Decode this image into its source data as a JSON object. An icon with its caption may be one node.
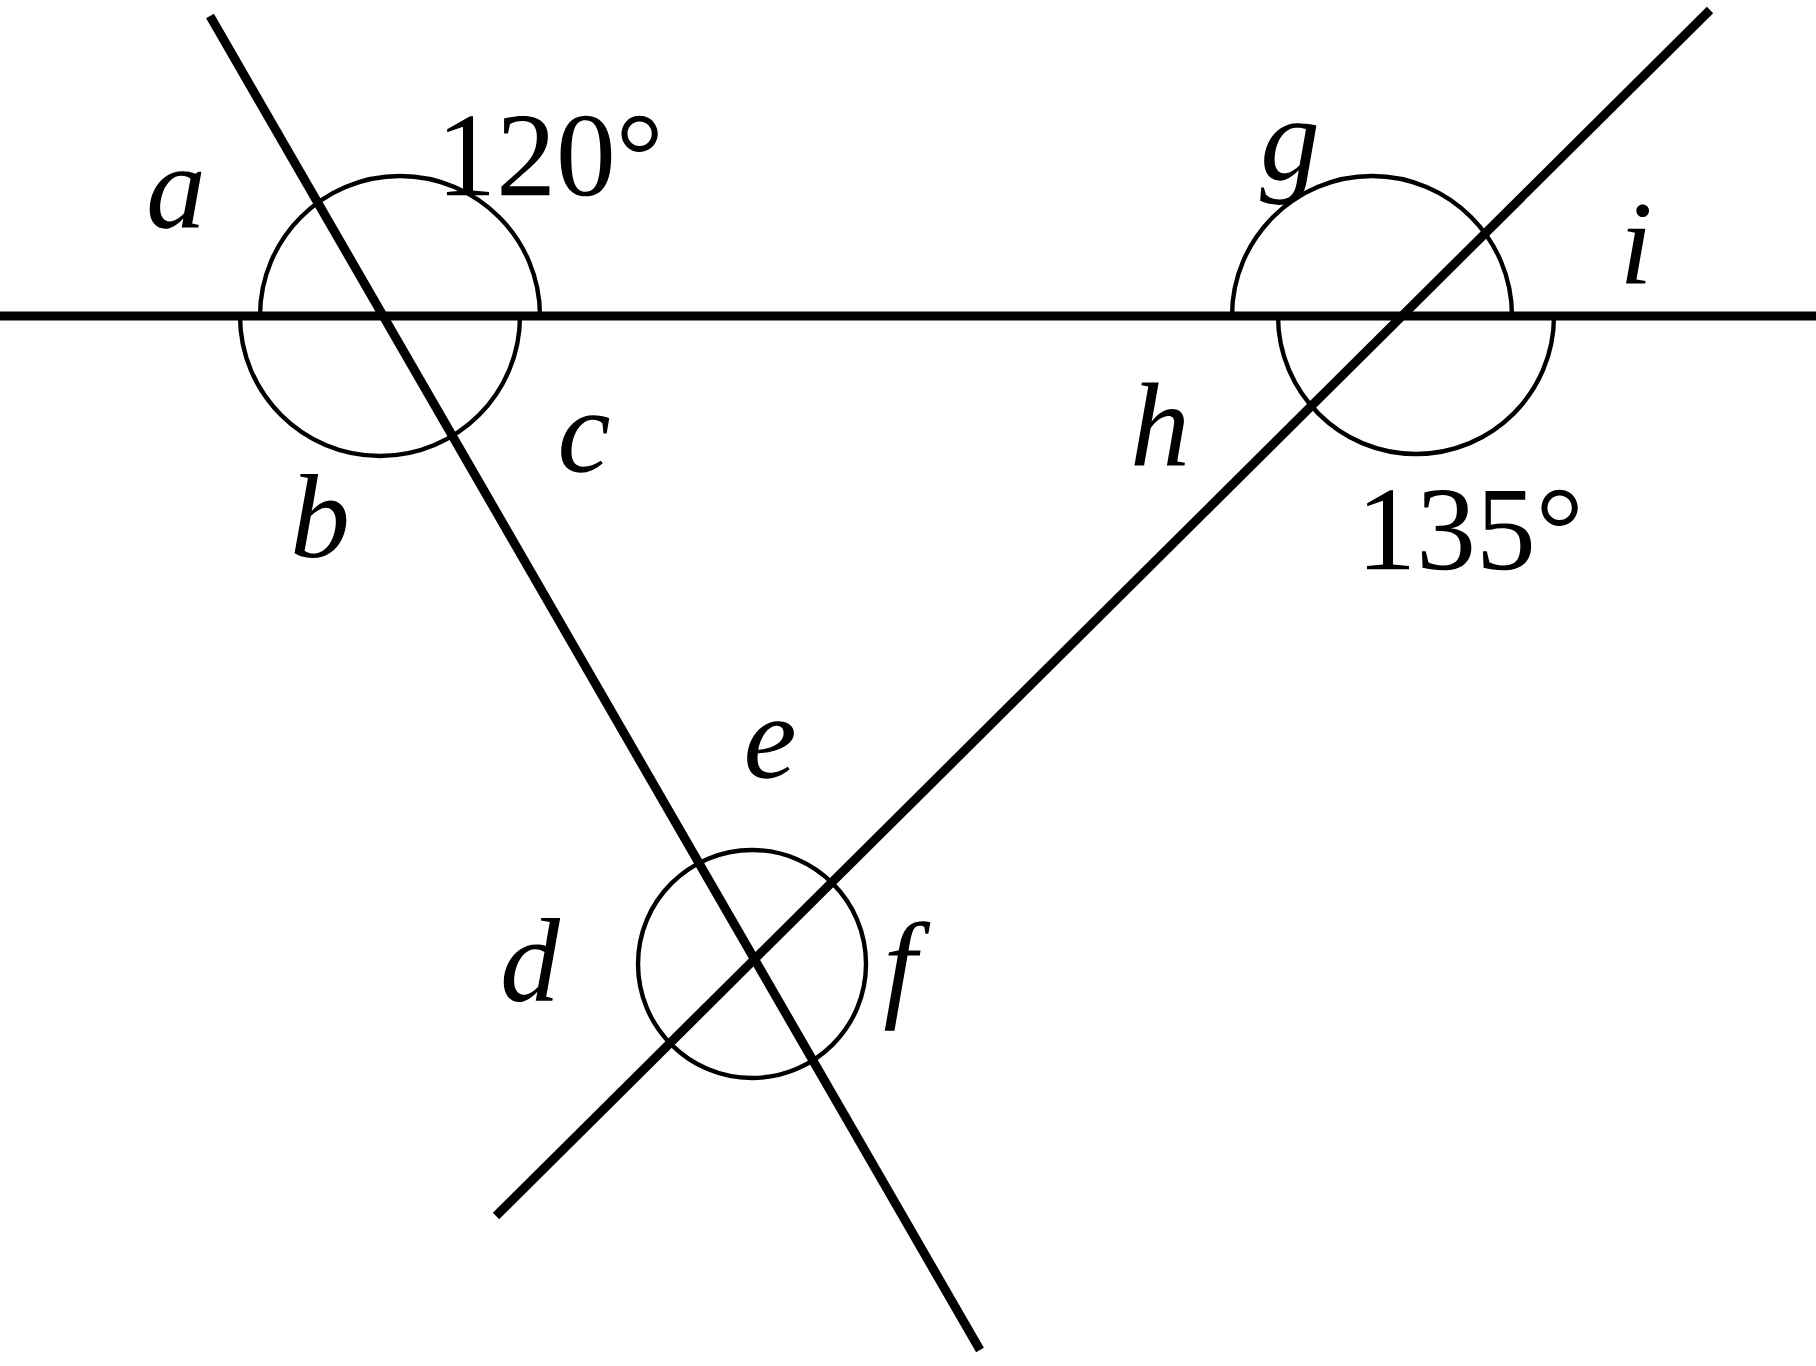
{
  "diagram": {
    "labels": [
      "a",
      "120°",
      "g",
      "i",
      "h",
      "c",
      "b",
      "135°",
      "e",
      "d",
      "f"
    ]
  }
}
